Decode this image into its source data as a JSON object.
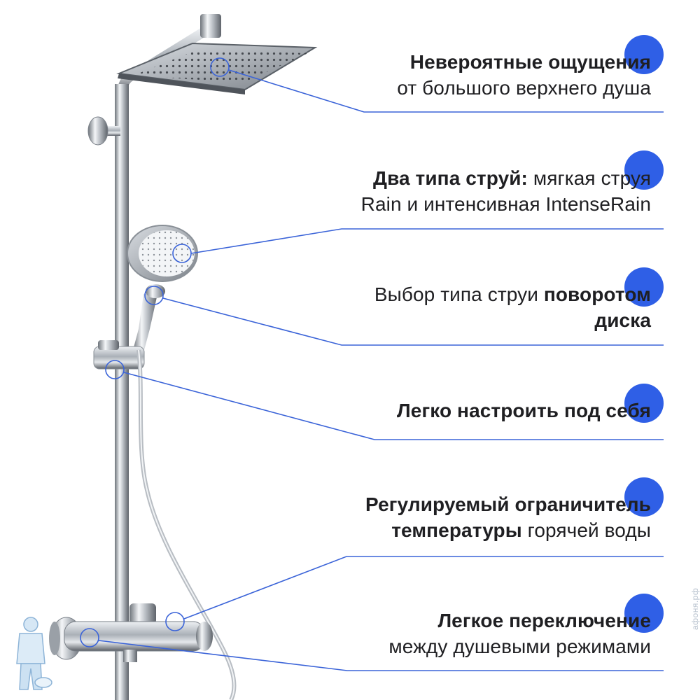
{
  "accent_color": "#2f5fe6",
  "features": [
    {
      "parts": [
        {
          "text": "Невероятные ощущения",
          "bold": true
        },
        {
          "text": "от большого верхнего душа",
          "bold": false
        }
      ]
    },
    {
      "parts": [
        {
          "text": "Два типа струй:",
          "bold": true
        },
        {
          "text": " мягкая струя",
          "bold": false
        },
        {
          "text": "Rain и интенсивная IntenseRain",
          "bold": false
        }
      ]
    },
    {
      "parts": [
        {
          "text": "Выбор типа струи ",
          "bold": false
        },
        {
          "text": "поворотом",
          "bold": true
        },
        {
          "text": "диска",
          "bold": true
        }
      ]
    },
    {
      "parts": [
        {
          "text": "Легко настроить под себя",
          "bold": true
        }
      ]
    },
    {
      "parts": [
        {
          "text": "Регулируемый ограничитель",
          "bold": true
        },
        {
          "text": "температуры",
          "bold": true
        },
        {
          "text": " горячей воды",
          "bold": false
        }
      ]
    },
    {
      "parts": [
        {
          "text": "Легкое переключение",
          "bold": true
        },
        {
          "text": "между душевыми режимами",
          "bold": false
        }
      ]
    }
  ],
  "watermark": "афоня.рф",
  "product_image": "chrome shower system with square overhead rain shower, hand shower, slide bar and thermostatic mixer",
  "logo": "plumber mascot"
}
